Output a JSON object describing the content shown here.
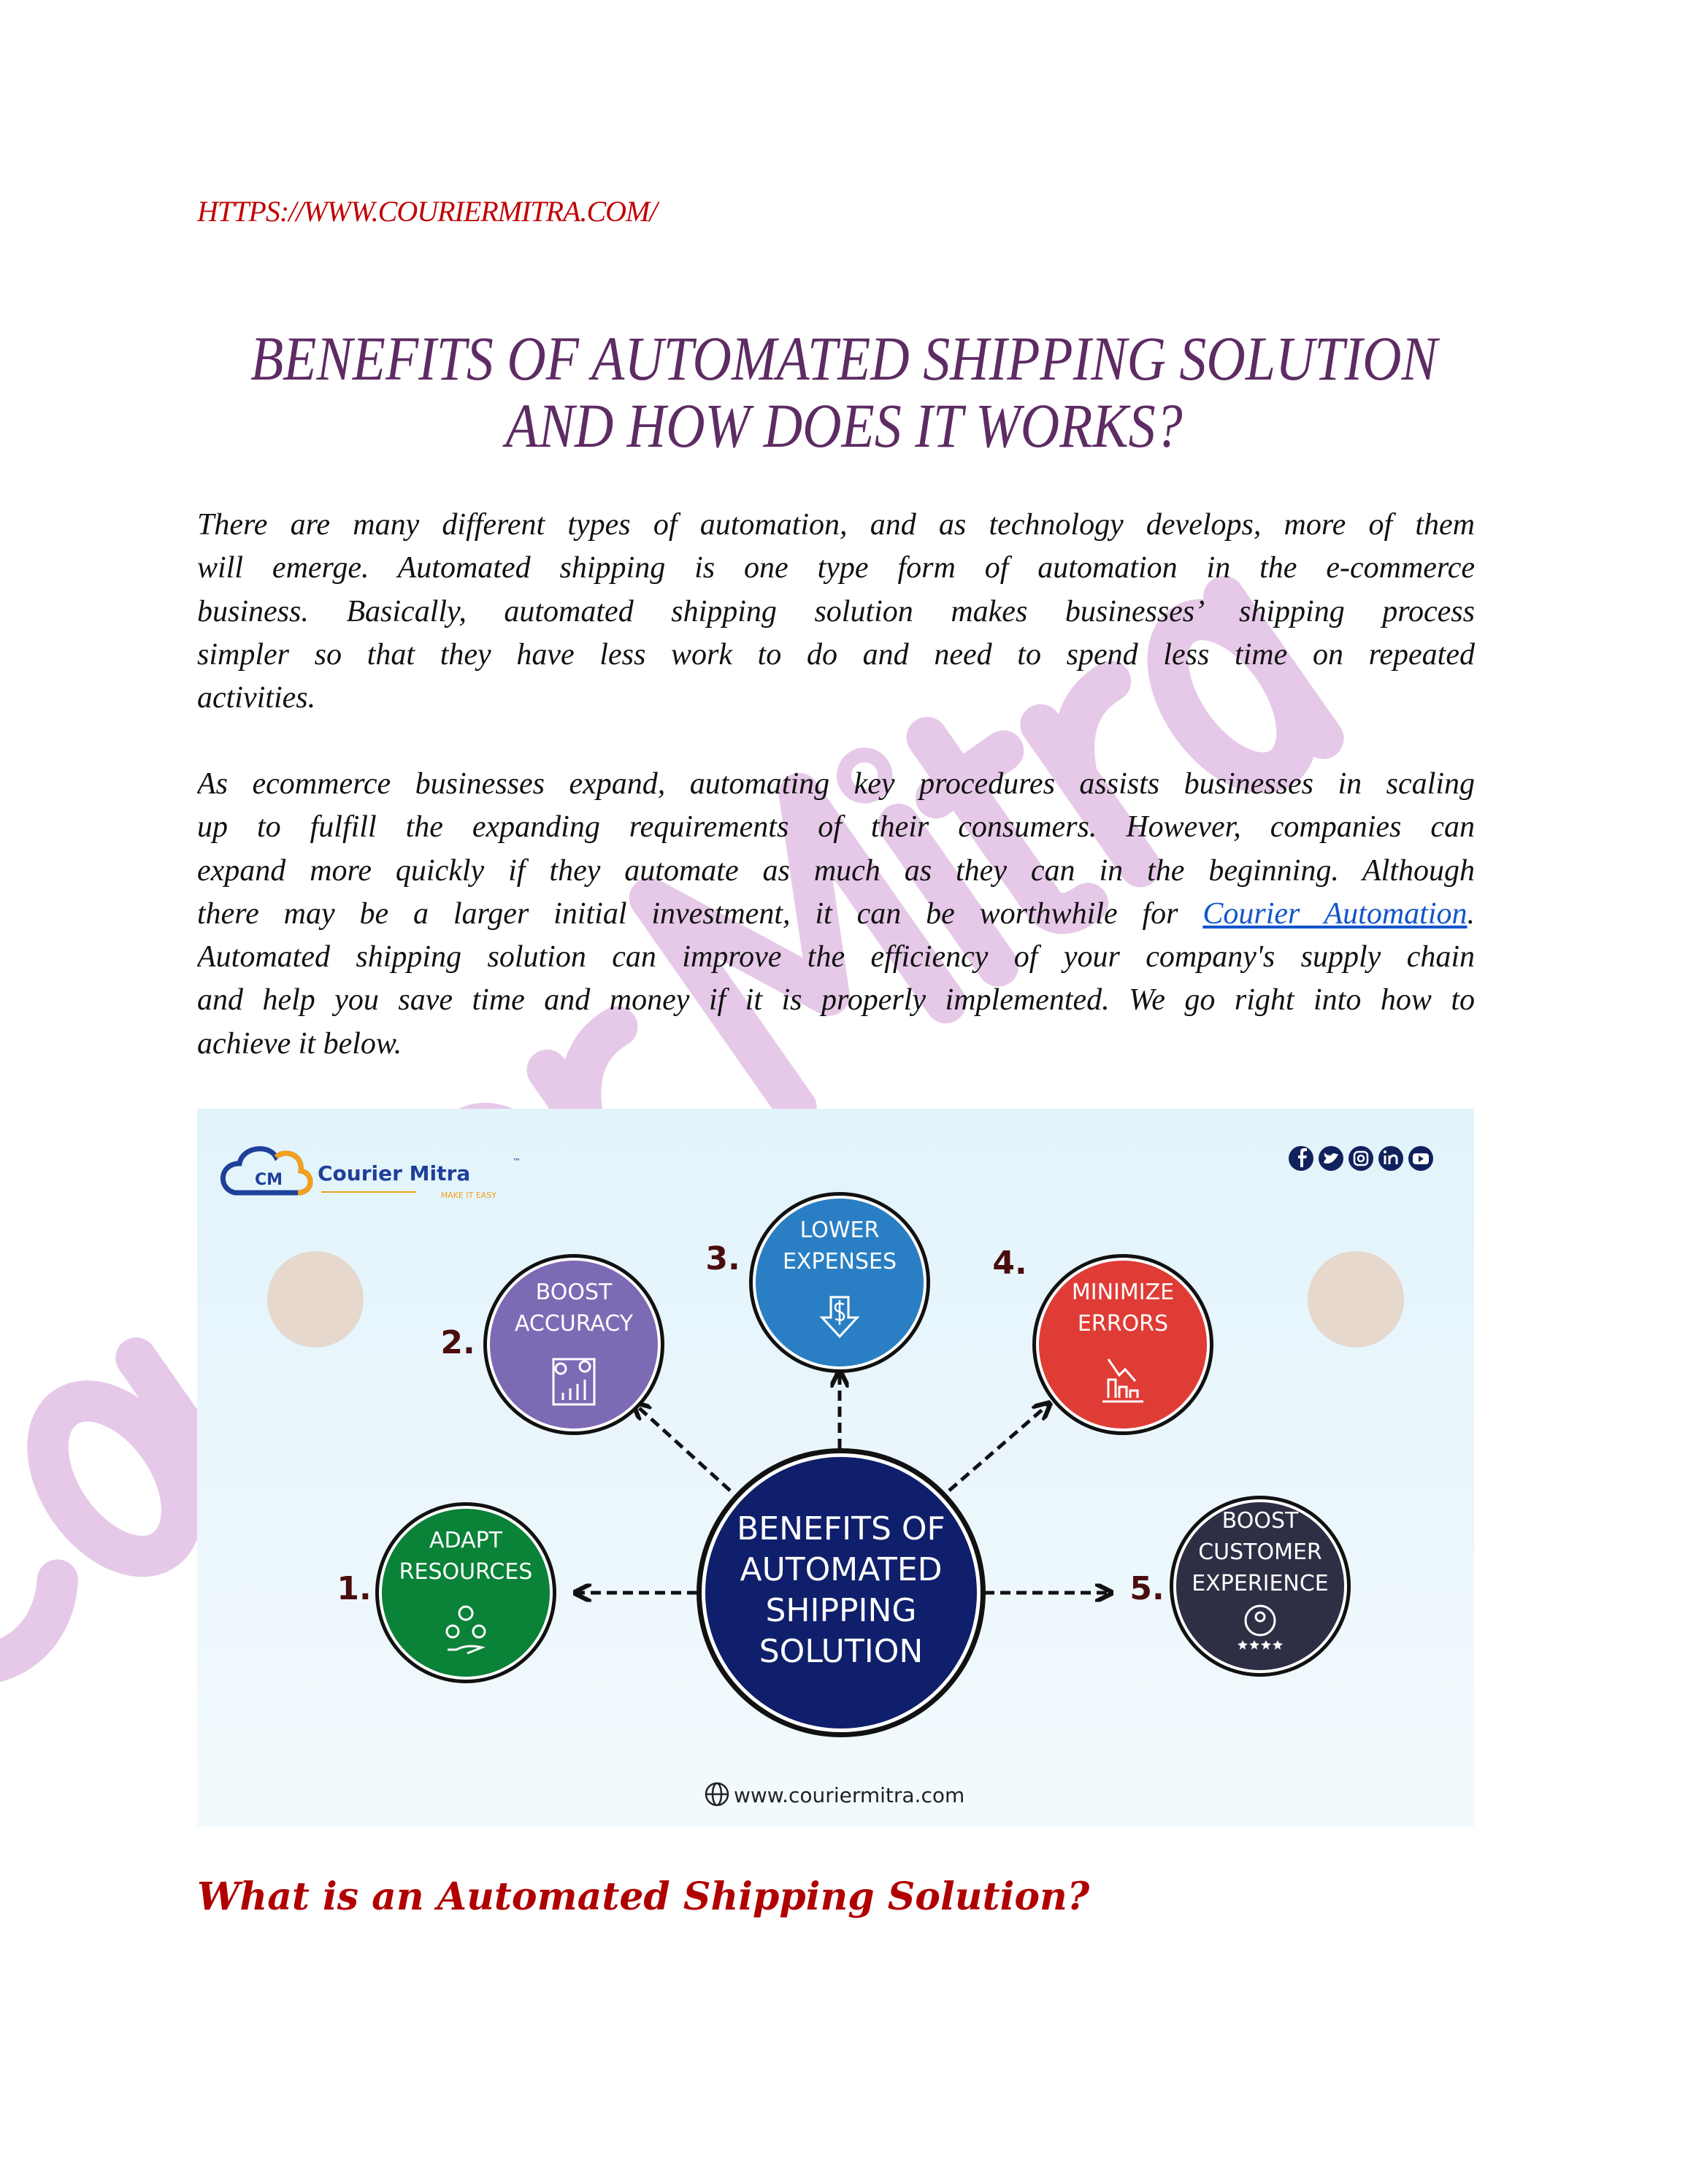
{
  "header": {
    "url": "HTTPS://WWW.COURIERMITRA.COM/"
  },
  "title": {
    "line1": "BENEFITS OF AUTOMATED SHIPPING SOLUTION",
    "line2": "AND HOW DOES IT WORKS?"
  },
  "watermark": "Courier Mitra",
  "paragraph1": [
    "There are many different types of automation, and as technology develops, more of them",
    "will emerge. Automated shipping is one type form of automation in the e-commerce",
    "business. Basically, automated shipping solution makes businesses’ shipping process",
    "simpler so that they have less work to do and need to spend less time on repeated",
    "activities."
  ],
  "paragraph2": {
    "lines": [
      "As ecommerce businesses expand, automating key procedures assists businesses in scaling",
      "up to fulfill the expanding requirements of their consumers. However, companies can",
      "expand more quickly if they automate as much as they can in the beginning. Although"
    ],
    "link_line_prefix": "there may be a larger initial investment, it can be worthwhile for ",
    "link_text": "Courier Automation",
    "link_line_suffix": ".",
    "rest": [
      "Automated shipping solution can improve the efficiency of your company's supply chain",
      "and help you save time and money if it is properly implemented. We go right into how to",
      "achieve it below."
    ]
  },
  "infographic": {
    "logo": {
      "name": "Courier Mitra",
      "tm": "™",
      "initials": "CM",
      "tagline": "MAKE IT EASY"
    },
    "social_icons": [
      "facebook-icon",
      "twitter-icon",
      "instagram-icon",
      "linkedin-icon",
      "youtube-icon"
    ],
    "center": {
      "lines": [
        "BENEFITS OF",
        "AUTOMATED",
        "SHIPPING",
        "SOLUTION"
      ],
      "color": "#0f1f6b"
    },
    "benefits": [
      {
        "number": "1.",
        "lines": [
          "ADAPT",
          "RESOURCES"
        ],
        "icon": "resources-hand-icon",
        "color": "#0a8238"
      },
      {
        "number": "2.",
        "lines": [
          "BOOST",
          "ACCURACY"
        ],
        "icon": "accuracy-chart-icon",
        "color": "#7d6ab5"
      },
      {
        "number": "3.",
        "lines": [
          "LOWER",
          "EXPENSES"
        ],
        "icon": "dollar-down-arrow-icon",
        "color": "#2a7fc4"
      },
      {
        "number": "4.",
        "lines": [
          "MINIMIZE",
          "ERRORS"
        ],
        "icon": "declining-chart-icon",
        "color": "#e03c36"
      },
      {
        "number": "5.",
        "lines": [
          "BOOST",
          "CUSTOMER",
          "EXPERIENCE"
        ],
        "icon": "customer-stars-icon",
        "color": "#2e2e45"
      }
    ],
    "website": "www.couriermitra.com"
  },
  "section_heading": "What is an Automated Shipping Solution?"
}
